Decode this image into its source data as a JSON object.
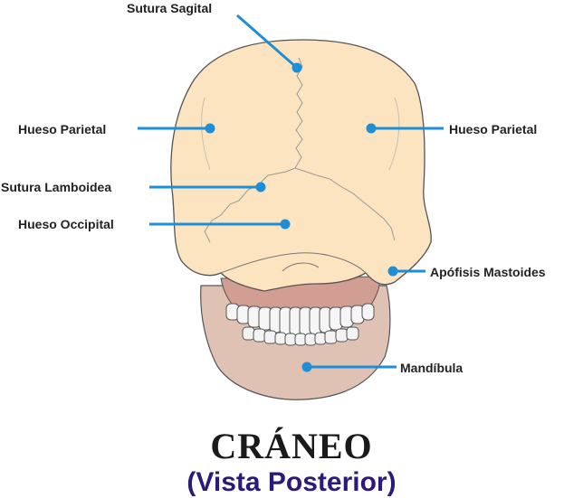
{
  "labels": {
    "sutura_sagital": "Sutura Sagital",
    "parietal_left": "Hueso Parietal",
    "parietal_right": "Hueso Parietal",
    "sutura_lamboidea": "Sutura Lamboidea",
    "hueso_occipital": "Hueso Occipital",
    "apofisis_mastoides": "Apófisis Mastoides",
    "mandibula": "Mandíbula"
  },
  "title": "CRÁNEO",
  "subtitle": "(Vista Posterior)",
  "colors": {
    "skull": "#fde4c0",
    "mandible": "#e0c2b4",
    "gum": "#d29d92",
    "leader": "#1e8fd6",
    "outline": "#555555",
    "subtitle": "#2b1a7a"
  }
}
